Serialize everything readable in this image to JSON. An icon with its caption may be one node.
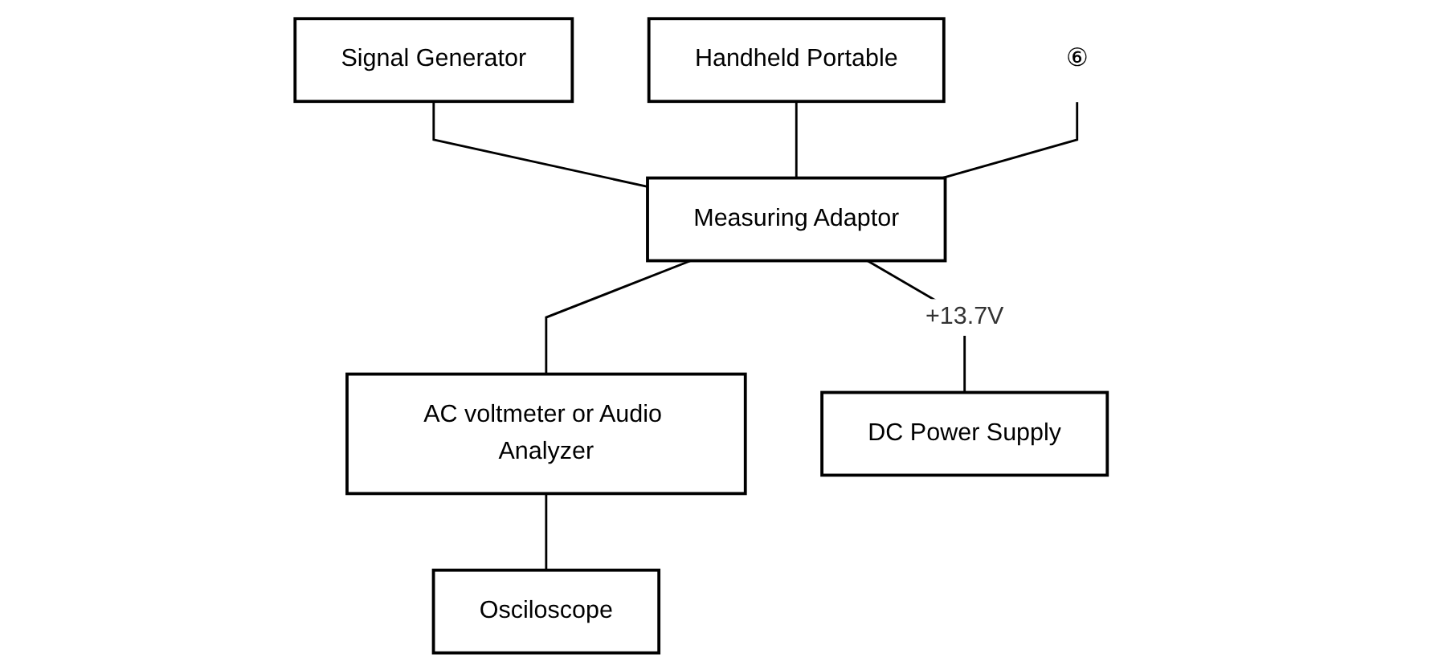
{
  "diagram": {
    "nodes": [
      {
        "text": [
          "Handheld Portable"
        ]
      },
      {
        "text": [
          "Signal Generator"
        ]
      },
      {
        "text": [
          "Measuring Adaptor"
        ]
      },
      {
        "text": [
          "AC voltmeter or Audio Analyzer"
        ]
      },
      {
        "text": [
          "DC Power Supply"
        ]
      },
      {
        "text": [
          "Osciloscope"
        ]
      },
      {
        "text": [
          "⑥"
        ]
      }
    ],
    "edges": [
      {
        "from": 1,
        "to": 2,
        "arrow": "none"
      },
      {
        "from": 0,
        "to": 2,
        "arrow": "none"
      },
      {
        "from": 6,
        "to": 2,
        "arrow": "none"
      },
      {
        "from": 2,
        "to": 3,
        "arrow": "none"
      },
      {
        "from": 2,
        "to": 4,
        "arrow": "none",
        "label": "+13.7V"
      },
      {
        "from": 3,
        "to": 5,
        "arrow": "none"
      }
    ]
  }
}
